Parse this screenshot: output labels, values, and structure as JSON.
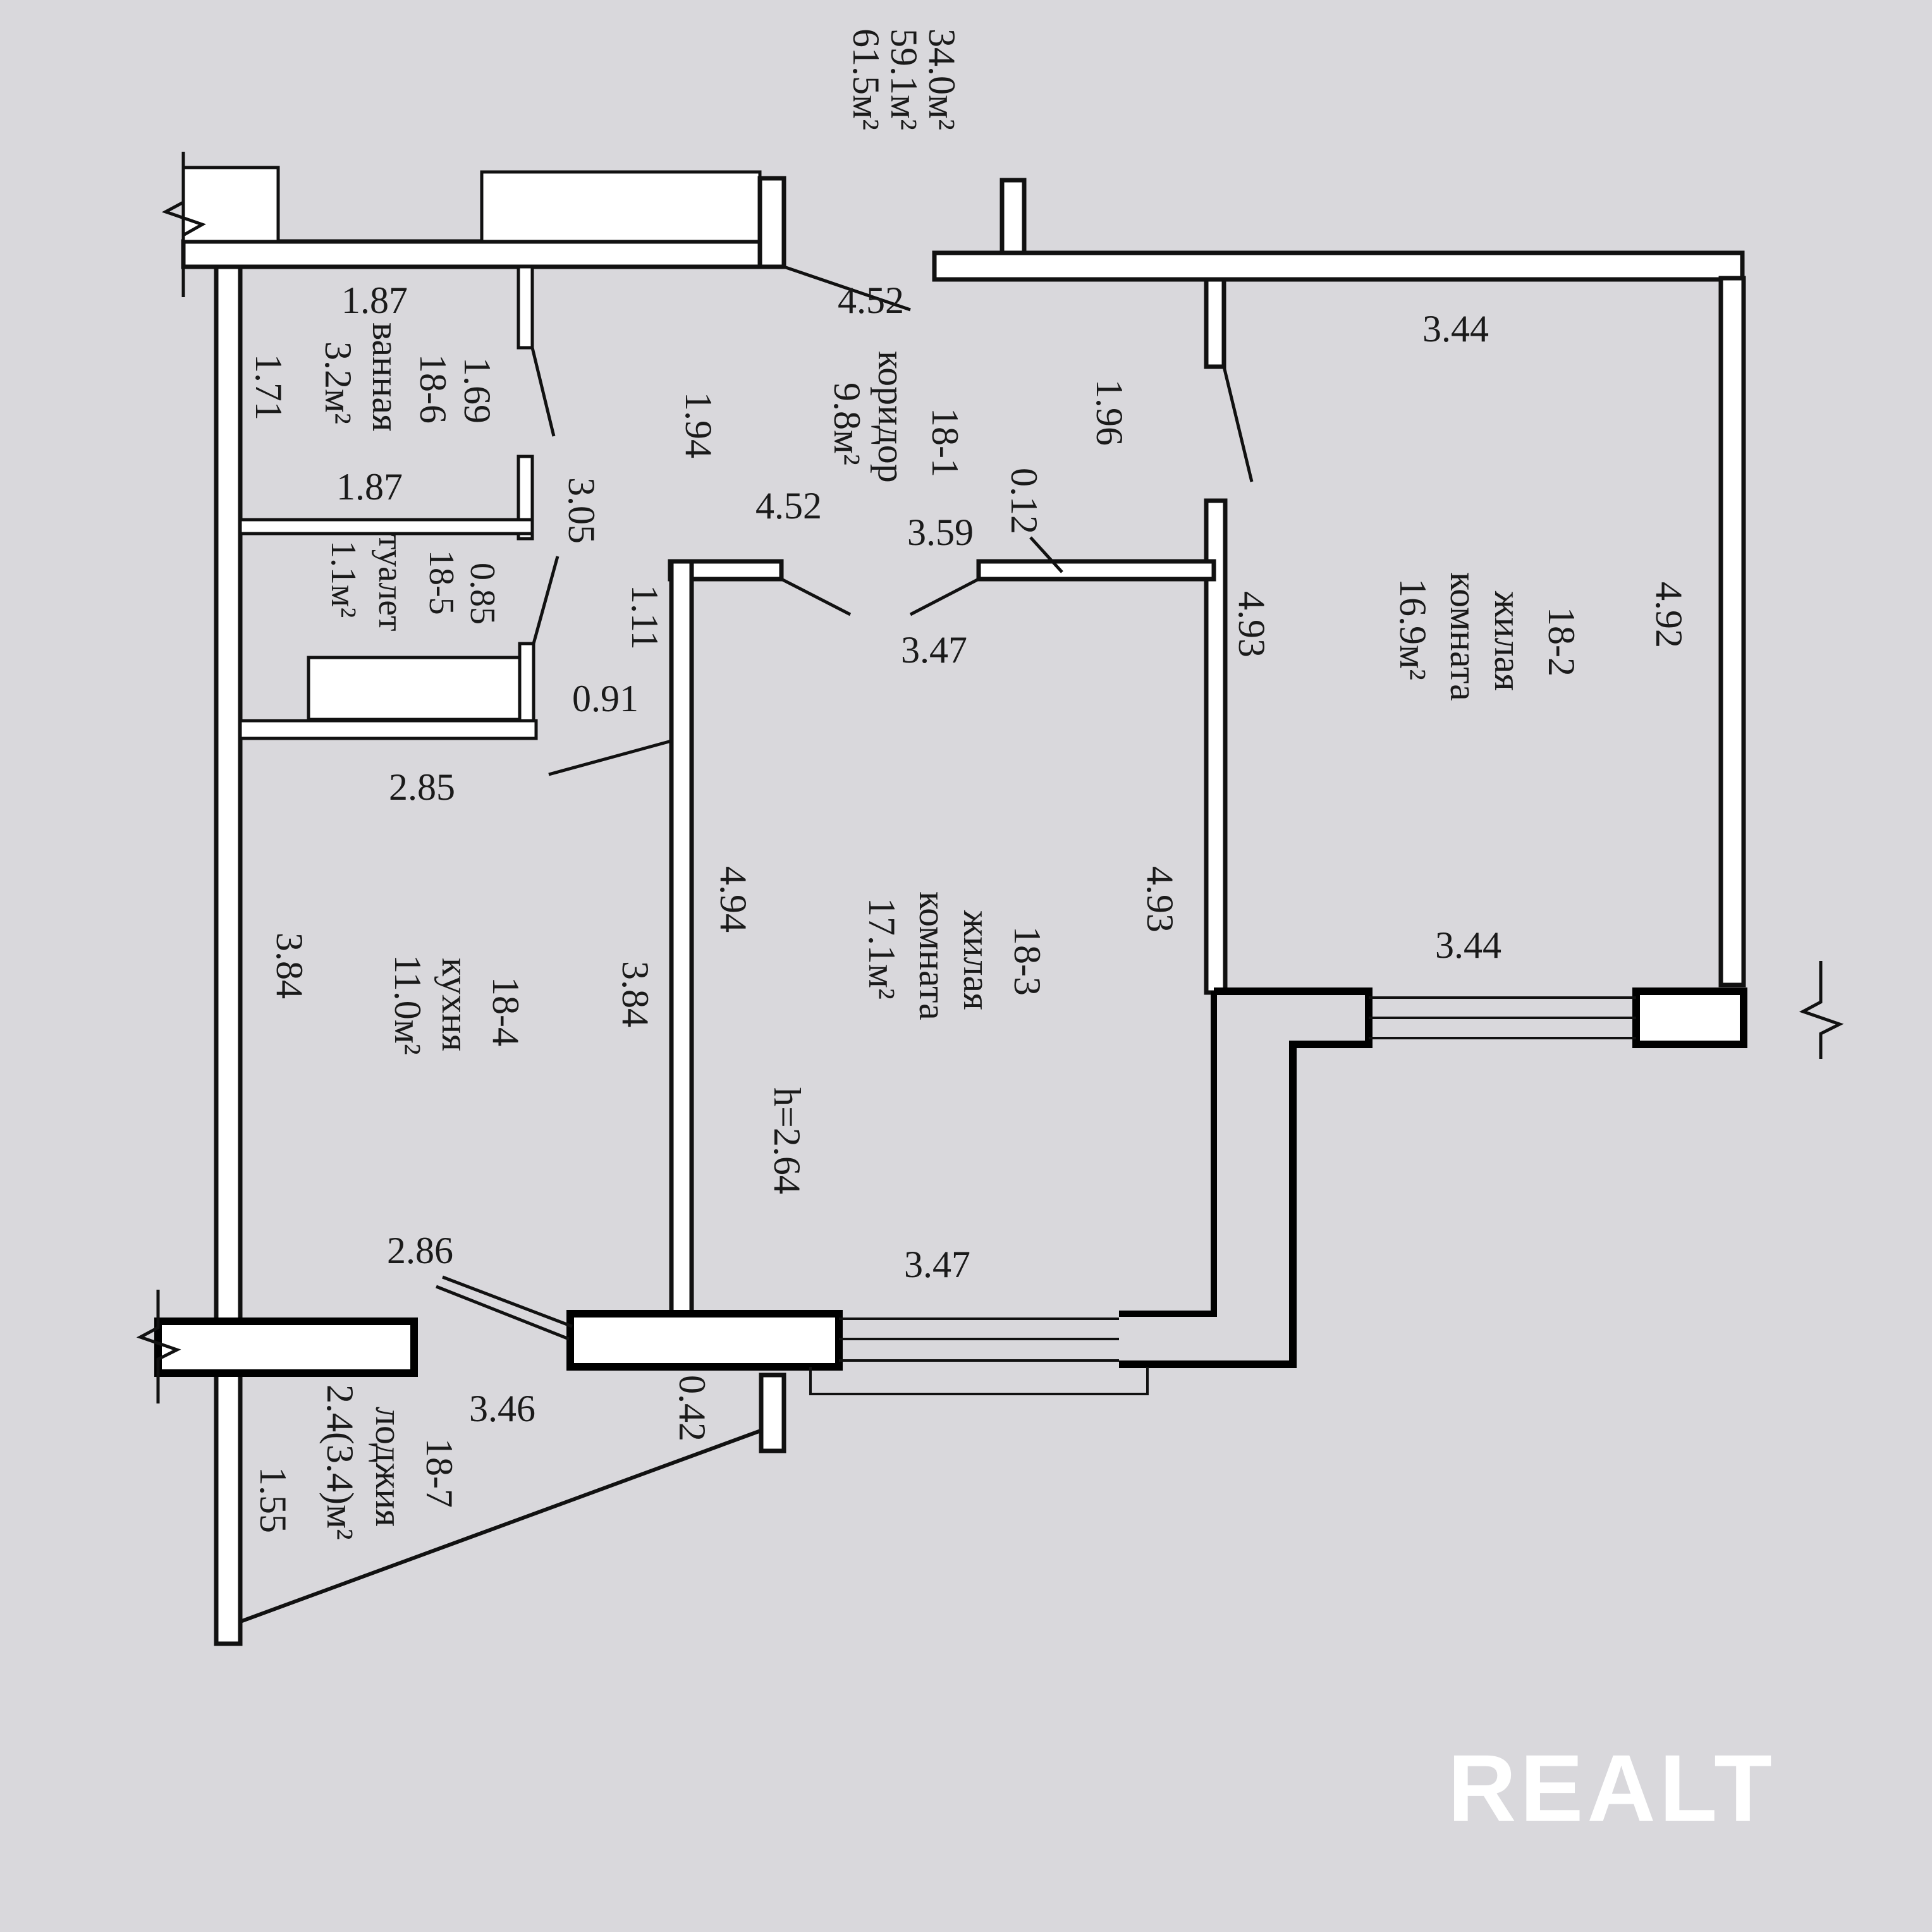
{
  "totals": {
    "living_area": "34.0м²",
    "total_area": "59.1м²",
    "total_with_loggia": "61.5м²"
  },
  "rooms": {
    "r18_1": {
      "id": "18-1",
      "name": "коридор",
      "area": "9.8м²"
    },
    "r18_2": {
      "id": "18-2",
      "name_line1": "жилая",
      "name_line2": "комната",
      "area": "16.9м²"
    },
    "r18_3": {
      "id": "18-3",
      "name_line1": "жилая",
      "name_line2": "комната",
      "area": "17.1м²",
      "height": "h=2.64"
    },
    "r18_4": {
      "id": "18-4",
      "name": "кухня",
      "area": "11.0м²"
    },
    "r18_5": {
      "id": "18-5",
      "name": "туалет",
      "area": "1.1м²"
    },
    "r18_6": {
      "id": "18-6",
      "name": "ванная",
      "area": "3.2м²"
    },
    "r18_7": {
      "id": "18-7",
      "name": "лоджия",
      "area": "2.4(3.4)м²"
    }
  },
  "dimensions": {
    "corridor_top": "4.52",
    "corridor_bottom": "4.52",
    "corridor_left": "1.94",
    "corridor_right": "1.96",
    "corridor_mid": "3.59",
    "corridor_left_low": "3.05",
    "corridor_1_11": "1.11",
    "corridor_0_91": "0.91",
    "niche": "0.12",
    "r2_top": "3.44",
    "r2_bottom": "3.44",
    "r2_left": "4.93",
    "r2_right": "4.92",
    "r3_top": "3.47",
    "r3_bottom": "3.47",
    "r3_left": "4.94",
    "r3_right": "4.93",
    "k_top": "2.85",
    "k_bottom": "2.86",
    "k_left": "3.84",
    "k_right": "3.84",
    "bath_top": "1.87",
    "bath_bottom": "1.87",
    "bath_left": "1.71",
    "bath_right": "1.69",
    "wc_width": "0.85",
    "log_top": "3.46",
    "log_left": "1.55",
    "log_right": "0.42"
  },
  "watermark": {
    "text": "REALT"
  }
}
